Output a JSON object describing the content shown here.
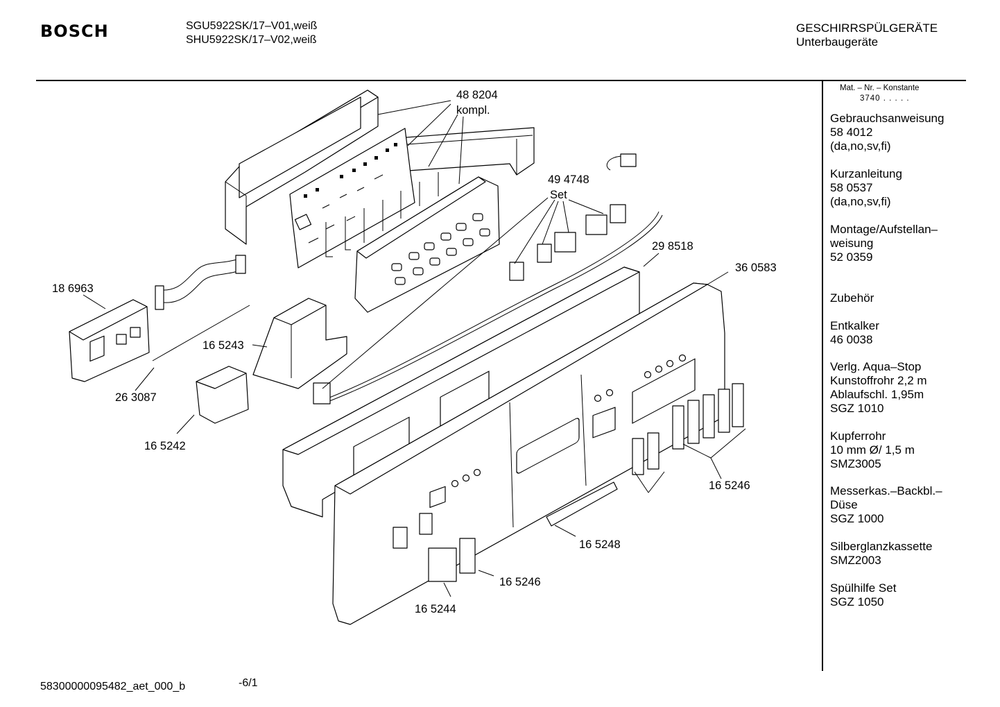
{
  "header": {
    "brand": "BOSCH",
    "models": [
      "SGU5922SK/17–V01,weiß",
      "SHU5922SK/17–V02,weiß"
    ],
    "category": "GESCHIRRSPÜLGERÄTE",
    "subcategory": "Unterbaugeräte"
  },
  "sidebar": {
    "mat_label": "Mat. – Nr. – Konstante",
    "mat_constant": "3740 . . . . .",
    "entries": [
      "Gebrauchsanweisung\n58 4012\n(da,no,sv,fi)",
      "Kurzanleitung\n58 0537\n(da,no,sv,fi)",
      "Montage/Aufstellan–\nweisung\n52 0359",
      "Zubehör",
      "Entkalker\n46 0038",
      "Verlg. Aqua–Stop\nKunstoffrohr 2,2 m\nAblaufschl. 1,95m\nSGZ 1010",
      "Kupferrohr\n10 mm Ø/ 1,5 m\nSMZ3005",
      "Messerkas.–Backbl.–\nDüse\nSGZ 1000",
      "Silberglanzkassette\nSMZ2003",
      "Spülhilfe Set\nSGZ 1050"
    ]
  },
  "diagram": {
    "part_labels": {
      "p488204": "48 8204",
      "p488204_note": "kompl.",
      "p494748": "49 4748",
      "p494748_note": "Set",
      "p298518": "29 8518",
      "p360583": "36 0583",
      "p186963": "18 6963",
      "p165243": "16 5243",
      "p263087": "26 3087",
      "p165242": "16 5242",
      "p165246a": "16 5246",
      "p165248": "16 5248",
      "p165246b": "16 5246",
      "p165244": "16 5244"
    }
  },
  "footer": {
    "doc_id": "58300000095482_aet_000_b",
    "page": "-6/1"
  }
}
